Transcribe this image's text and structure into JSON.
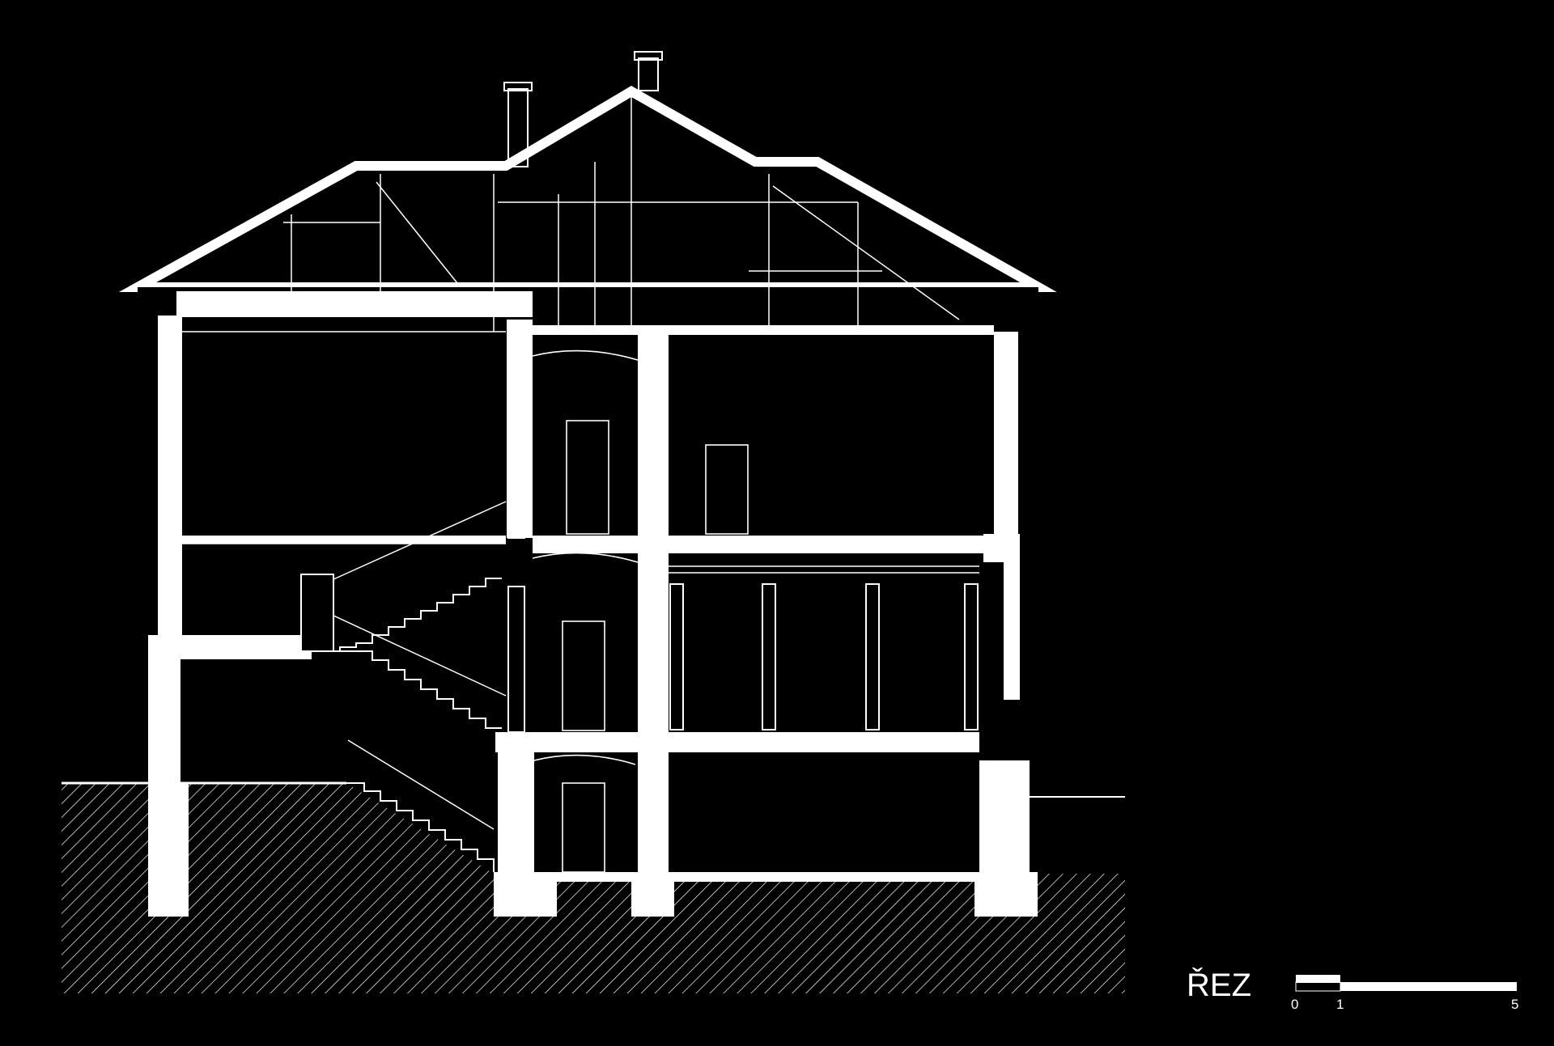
{
  "drawing": {
    "title": "ŘEZ",
    "scale_bar": {
      "ticks": [
        "0",
        "1",
        "5"
      ]
    }
  },
  "colors": {
    "background": "#000000",
    "line": "#ffffff"
  }
}
